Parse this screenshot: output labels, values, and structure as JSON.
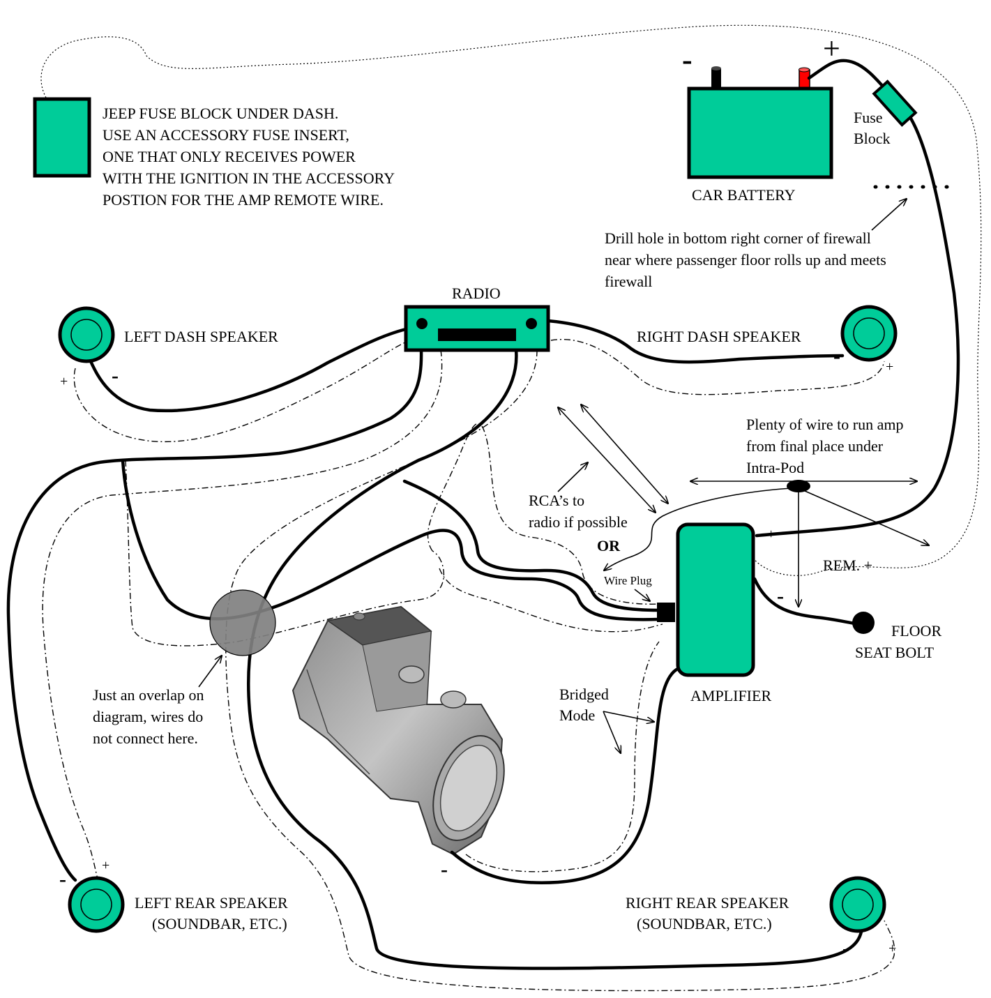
{
  "colors": {
    "component": "#00cc99",
    "battery_positive": "#ff0000",
    "overlap": "#808080",
    "wire": "#000000"
  },
  "fuse_block_note": {
    "lines": [
      "JEEP FUSE BLOCK UNDER DASH.",
      "USE AN ACCESSORY FUSE INSERT,",
      "ONE THAT ONLY RECEIVES POWER",
      "WITH THE IGNITION IN THE ACCESSORY",
      "POSTION FOR THE AMP REMOTE WIRE."
    ]
  },
  "battery": {
    "label": "CAR BATTERY",
    "neg_sign": "-",
    "pos_sign": "+"
  },
  "inline_fuse": {
    "lines": [
      "Fuse",
      "Block"
    ]
  },
  "firewall_note": {
    "lines": [
      "Drill hole in bottom right corner of firewall",
      "near where passenger floor rolls up and meets",
      "firewall"
    ]
  },
  "radio": {
    "label": "RADIO"
  },
  "speakers": {
    "left_dash": {
      "label": "LEFT DASH SPEAKER"
    },
    "right_dash": {
      "label": "RIGHT DASH SPEAKER"
    },
    "left_rear": {
      "lines": [
        "LEFT REAR SPEAKER",
        "(SOUNDBAR, ETC.)"
      ]
    },
    "right_rear": {
      "lines": [
        "RIGHT REAR SPEAKER",
        "(SOUNDBAR, ETC.)"
      ]
    }
  },
  "signs": {
    "plus": "+",
    "minus": "-"
  },
  "wire_run_note": {
    "lines": [
      "Plenty of wire to run amp",
      "from final place under",
      "Intra-Pod"
    ]
  },
  "rca_note": {
    "lines": [
      "RCA’s to",
      "radio if possible"
    ],
    "or": "OR"
  },
  "wire_plug": "Wire Plug",
  "remote_label": "REM. +",
  "amplifier": {
    "label": "AMPLIFIER"
  },
  "ground": {
    "lines": [
      "FLOOR",
      "SEAT BOLT"
    ]
  },
  "bridged_note": {
    "lines": [
      "Bridged",
      "Mode"
    ]
  },
  "overlap_note": {
    "lines": [
      "Just an overlap on",
      "diagram, wires do",
      "not connect here."
    ]
  },
  "pod_image": {
    "name": "intra-pod console"
  }
}
